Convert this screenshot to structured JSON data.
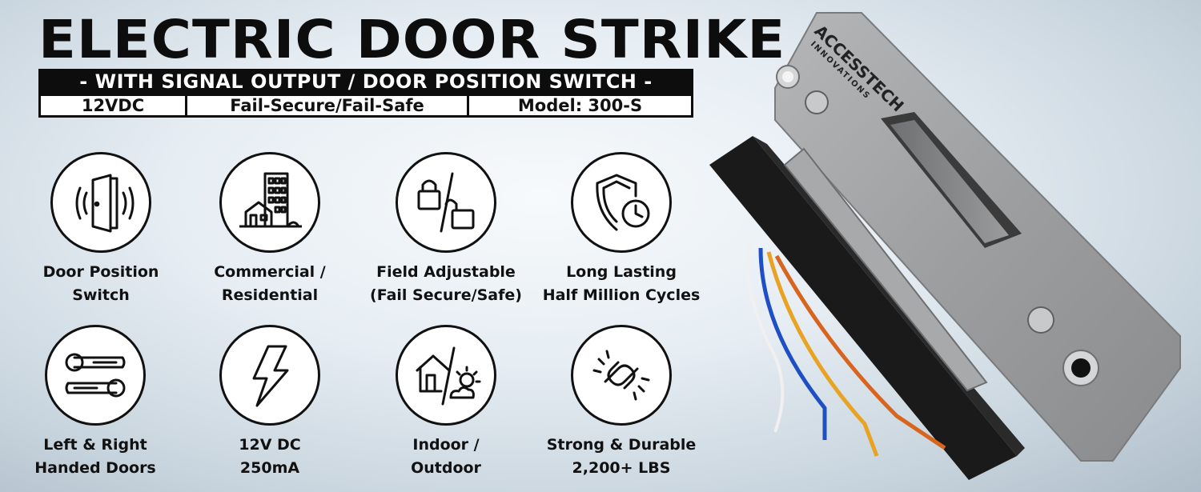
{
  "header": {
    "title": "ELECTRIC DOOR STRIKE",
    "subtitle": "- WITH SIGNAL OUTPUT / DOOR POSITION SWITCH -",
    "specs": [
      "12VDC",
      "Fail-Secure/Fail-Safe",
      "Model: 300-S"
    ]
  },
  "features": [
    {
      "line1": "Door Position",
      "line2": "Switch",
      "icon": "door-sensor-icon"
    },
    {
      "line1": "Commercial /",
      "line2": "Residential",
      "icon": "buildings-icon"
    },
    {
      "line1": "Field Adjustable",
      "line2": "(Fail Secure/Safe)",
      "icon": "padlocks-icon"
    },
    {
      "line1": "Long Lasting",
      "line2": "Half Million Cycles",
      "icon": "shield-clock-icon"
    },
    {
      "line1": "Left & Right",
      "line2": "Handed Doors",
      "icon": "door-handles-icon"
    },
    {
      "line1": "12V DC",
      "line2": "250mA",
      "icon": "lightning-icon"
    },
    {
      "line1": "Indoor /",
      "line2": "Outdoor",
      "icon": "house-sun-icon"
    },
    {
      "line1": "Strong & Durable",
      "line2": "2,200+ LBS",
      "icon": "chain-link-icon"
    }
  ],
  "product": {
    "brand_line1": "ACCESSTECH",
    "brand_line2": "INNOVATIONS"
  }
}
